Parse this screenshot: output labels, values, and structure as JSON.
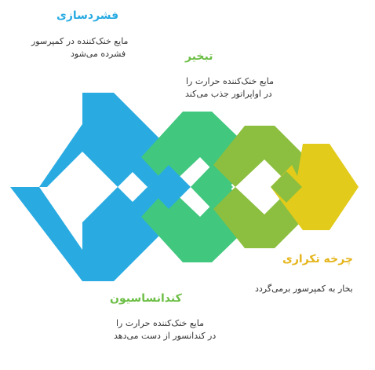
{
  "colors": {
    "blue": "#29ABE2",
    "green": "#41C77E",
    "olive": "#8CBF3F",
    "yellow": "#E2CB1B",
    "title_blue": "#29ABE2",
    "title_green": "#6CBE45",
    "title_olive": "#6CBE45",
    "title_yellow": "#E5B51B"
  },
  "steps": {
    "compression": {
      "title": "فشردسازی",
      "line1": "مایع خنک‌کننده در کمپرسور",
      "line2": "فشرده می‌شود"
    },
    "evaporation": {
      "title": "تبخیر",
      "line1": "مایع خنک‌کننده حرارت را",
      "line2": "در اواپراتور جذب می‌کند"
    },
    "cycle": {
      "title": "چرخه تکراری",
      "line1": "بخار به کمپرسور برمی‌گردد"
    },
    "condensation": {
      "title": "کندانساسیون",
      "line1": "مایع خنک‌کننده حرارت را",
      "line2": "در کندانسور از دست می‌دهد"
    }
  }
}
